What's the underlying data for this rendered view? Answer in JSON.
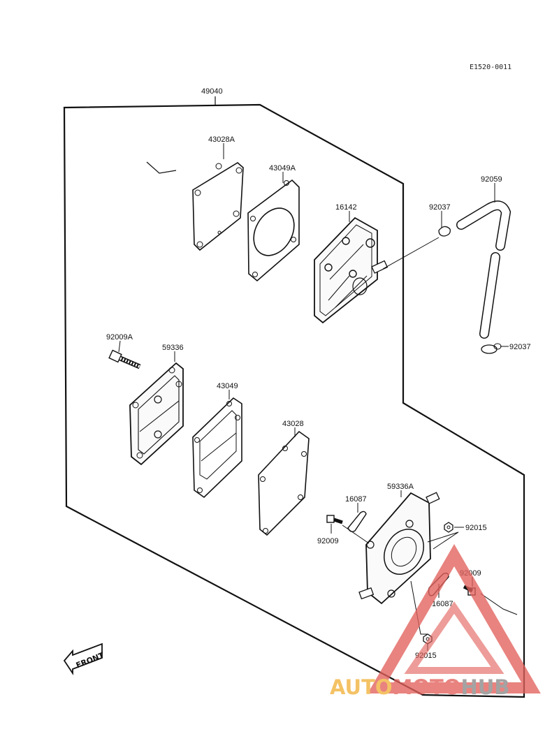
{
  "diagram": {
    "code": "E1520-0011",
    "assembly_label": "49040",
    "front_label": "FRONT",
    "parts": [
      "43028A",
      "43049A",
      "16142",
      "92037",
      "92059",
      "92037",
      "92009A",
      "59336",
      "43049",
      "43028",
      "59336A",
      "16087",
      "92009",
      "92015",
      "92009",
      "16087",
      "92015"
    ]
  },
  "watermark": {
    "part1": "AUTO",
    "part2": "MOTO",
    "part3": "HUB",
    "colors": {
      "auto": "#f2b23a",
      "moto": "#e2615c",
      "hub": "#8a8a8a",
      "triangle": "#e2615c"
    }
  }
}
